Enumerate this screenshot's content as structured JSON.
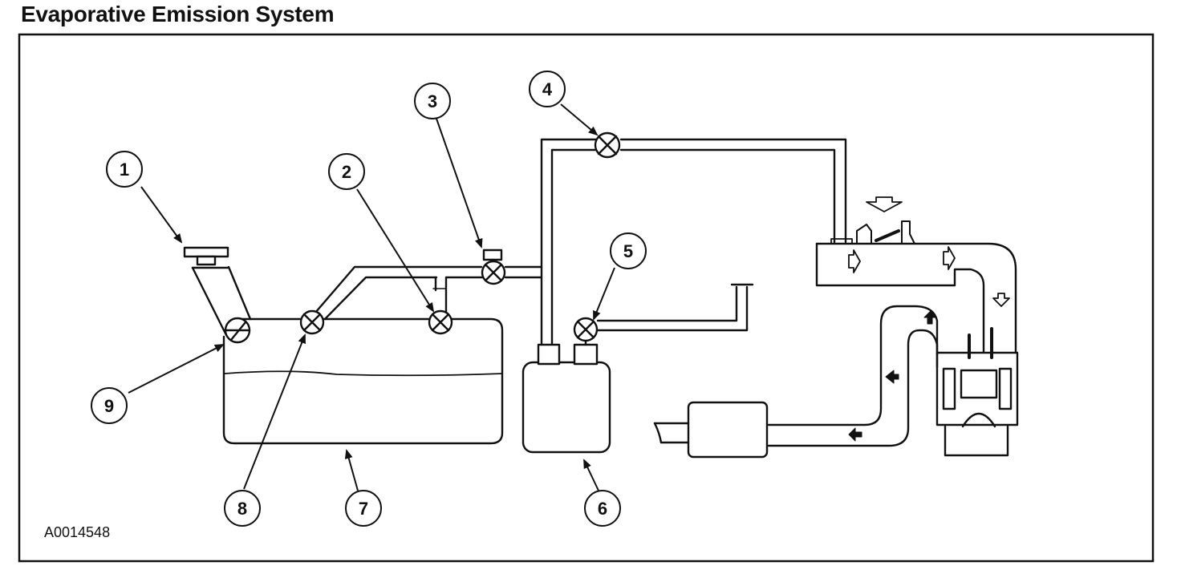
{
  "title": "Evaporative Emission System",
  "figure_code": "A0014548",
  "callouts": [
    {
      "id": "1",
      "label": "1"
    },
    {
      "id": "2",
      "label": "2"
    },
    {
      "id": "3",
      "label": "3"
    },
    {
      "id": "4",
      "label": "4"
    },
    {
      "id": "5",
      "label": "5"
    },
    {
      "id": "6",
      "label": "6"
    },
    {
      "id": "7",
      "label": "7"
    },
    {
      "id": "8",
      "label": "8"
    },
    {
      "id": "9",
      "label": "9"
    }
  ],
  "colors": {
    "line": "#111111",
    "background": "#ffffff"
  }
}
